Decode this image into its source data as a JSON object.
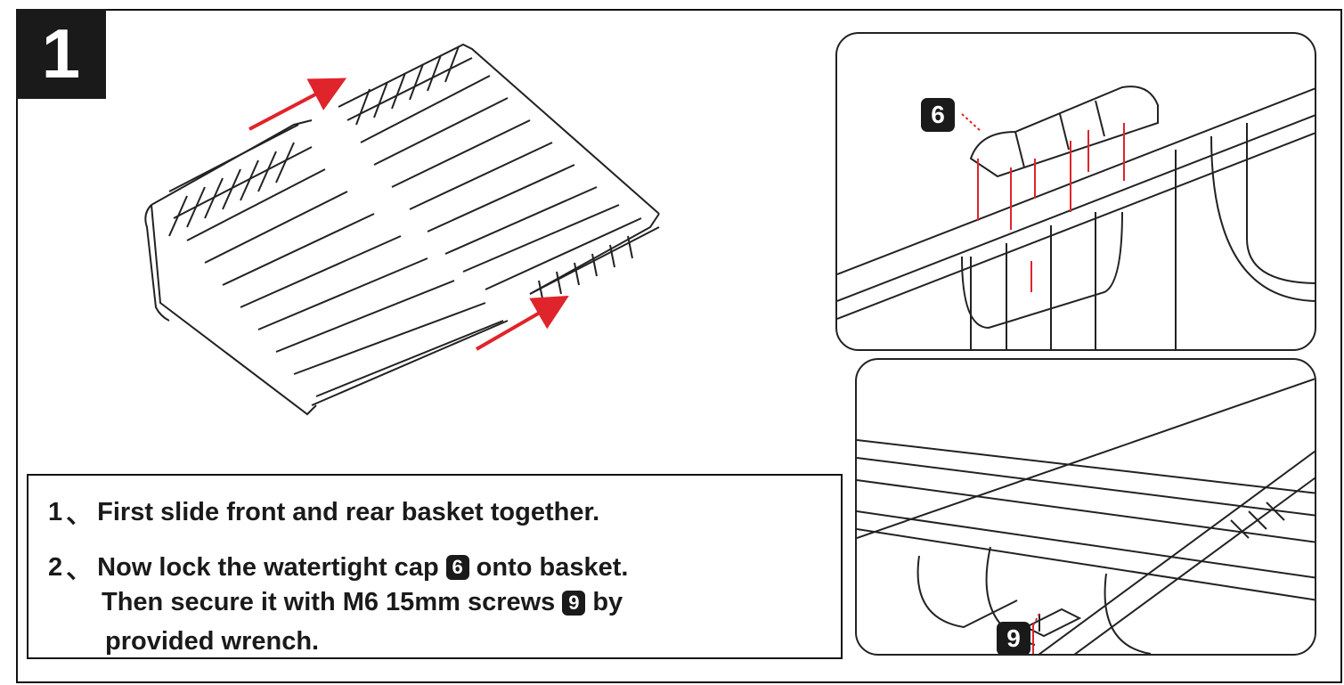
{
  "step": {
    "number": "1"
  },
  "instructions": {
    "line1": {
      "num": "1",
      "sep": "、",
      "text": "First slide front and rear basket together."
    },
    "line2": {
      "num": "2",
      "sep": "、",
      "text_a": "Now lock the watertight cap",
      "badge": "6",
      "text_b": "onto basket."
    },
    "line3": {
      "text_a": "Then secure it with M6 15mm screws",
      "badge": "9",
      "text_b": "by"
    },
    "line4": {
      "text": "provided wrench."
    }
  },
  "callouts": {
    "cap": "6",
    "screw": "9"
  },
  "colors": {
    "ink": "#1a1a1a",
    "arrow": "#e0242b"
  }
}
